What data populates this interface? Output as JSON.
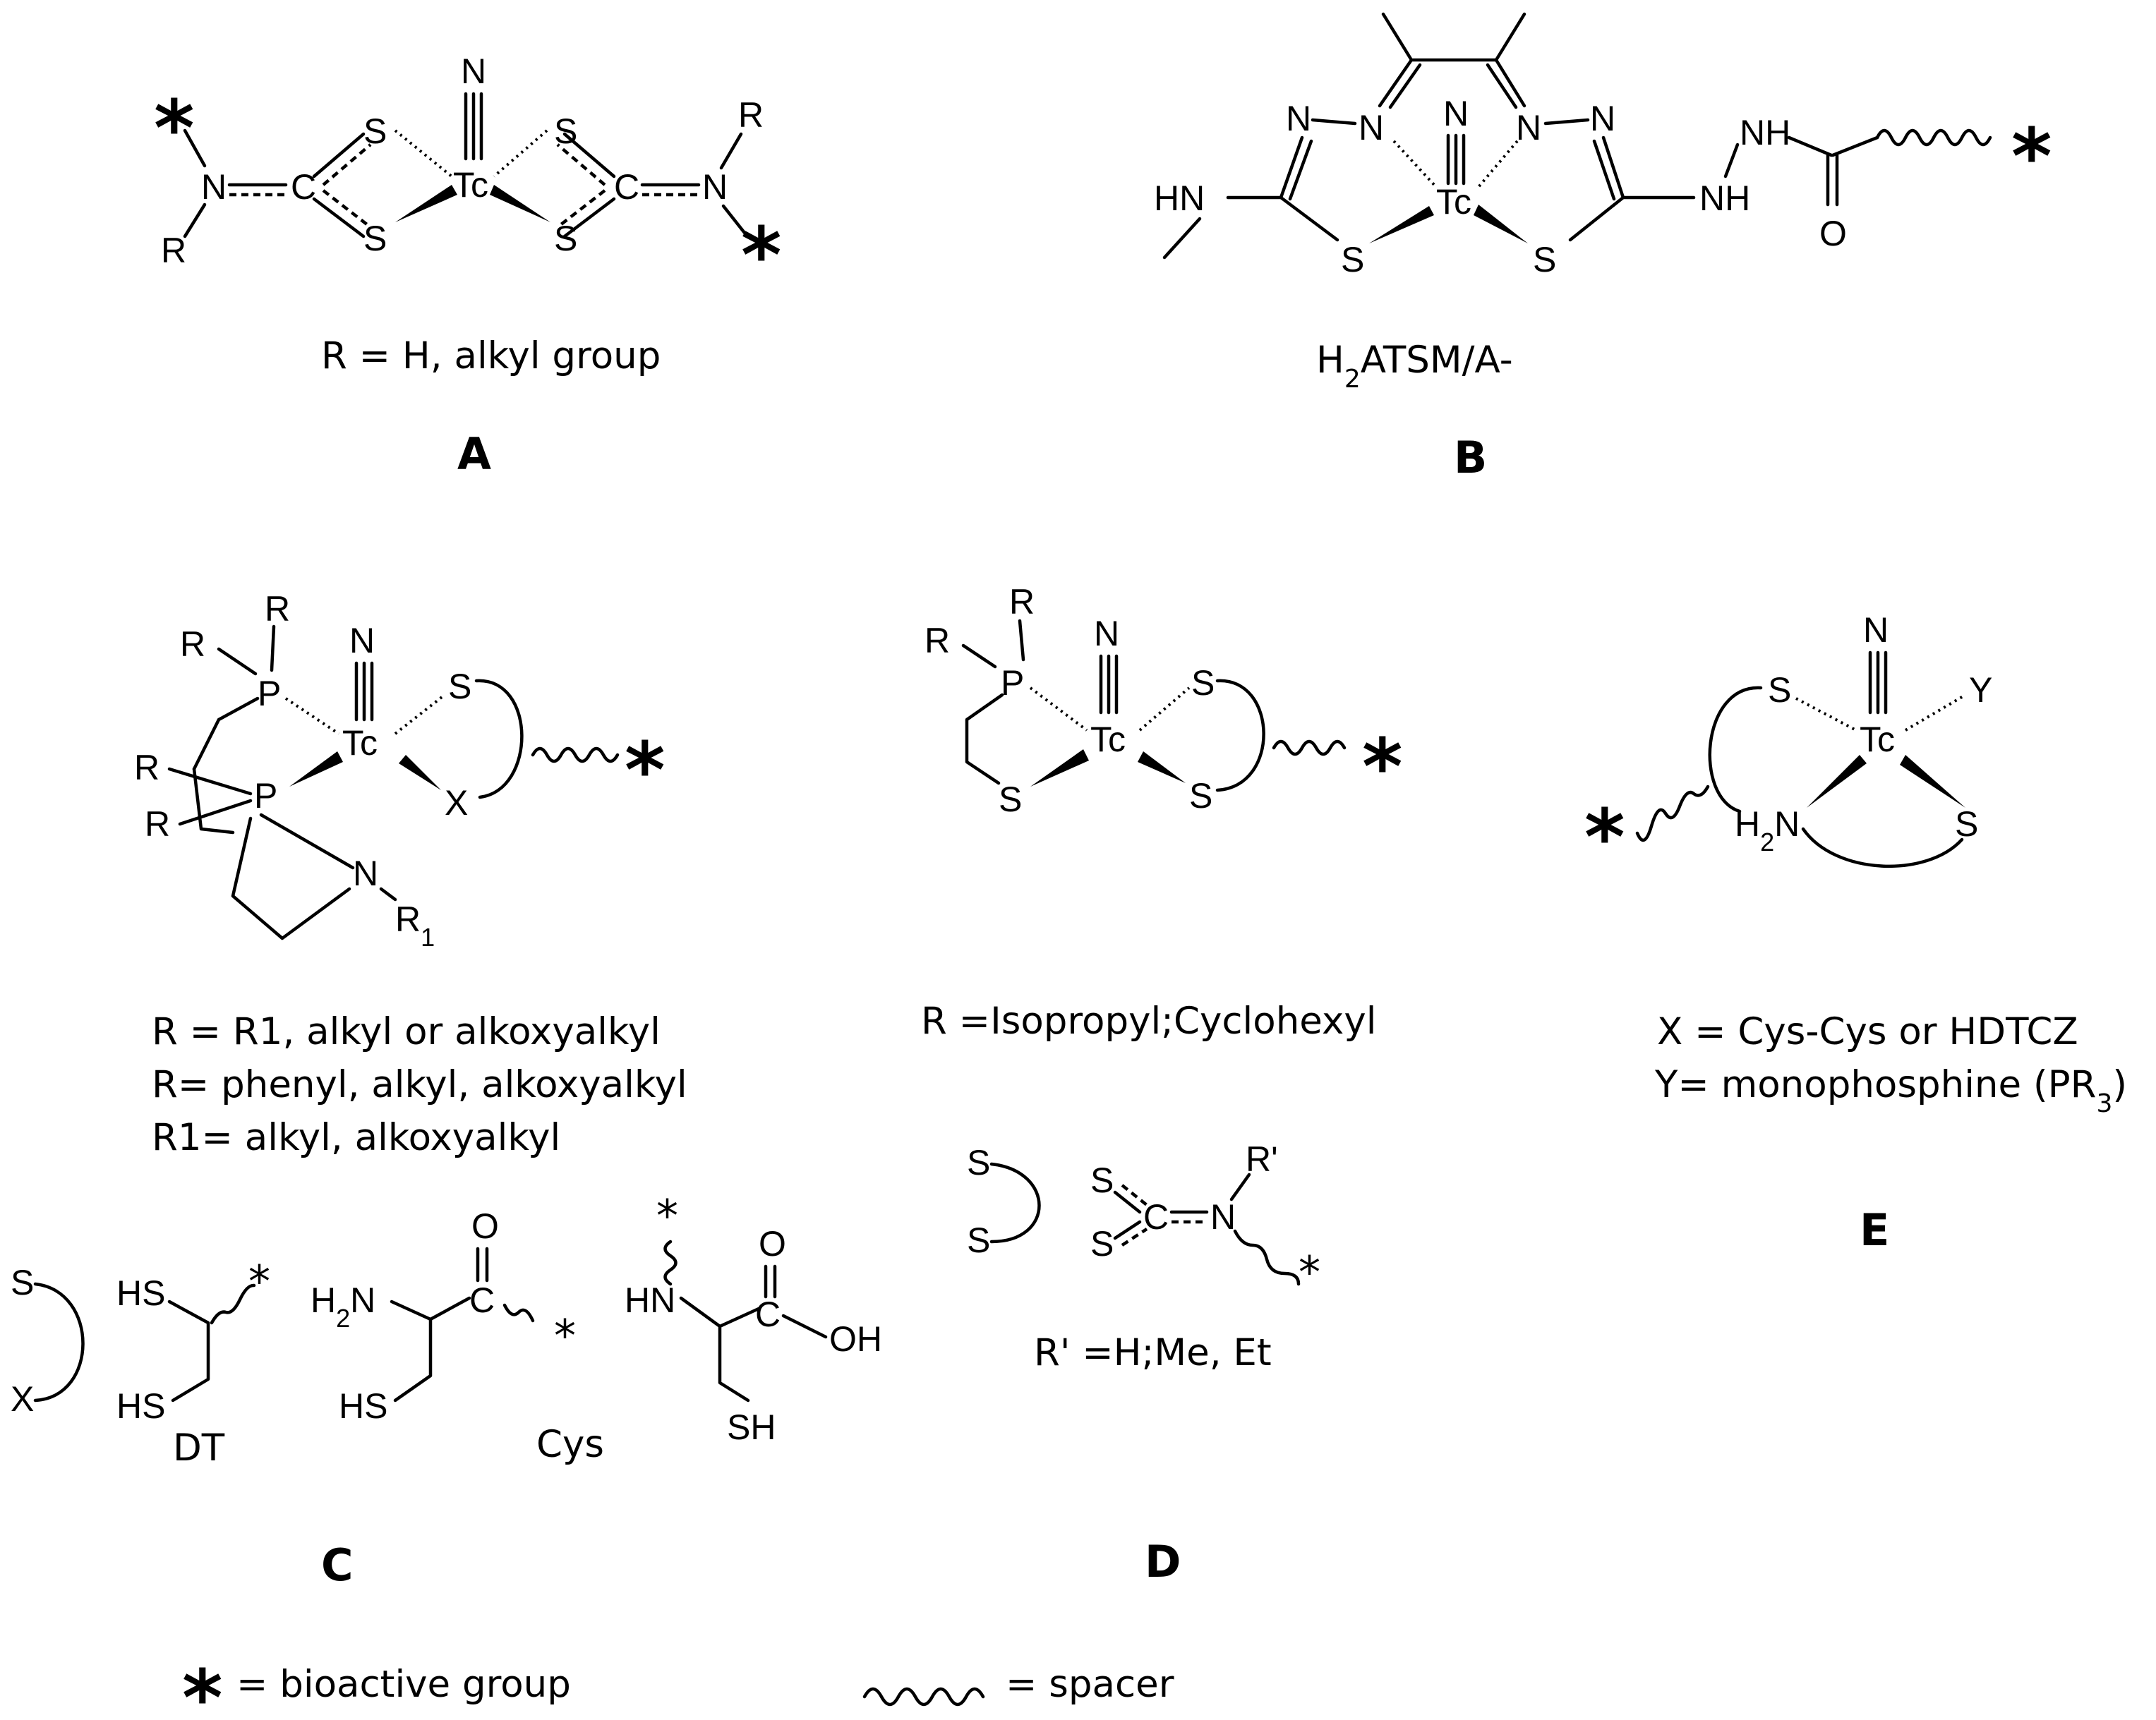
{
  "panels": {
    "A": {
      "label": "A",
      "caption": "R = H, alkyl group",
      "atoms": {
        "N_top": "N",
        "Tc": "Tc",
        "S": "S",
        "C": "C",
        "N": "N",
        "R": "R"
      }
    },
    "B": {
      "label": "B",
      "caption_main": "H",
      "caption_sub": "2",
      "caption_rest": "ATSM/A-",
      "atoms": {
        "N": "N",
        "Tc": "Tc",
        "S": "S",
        "HN": "HN",
        "NH": "NH",
        "O": "O"
      }
    },
    "C": {
      "label": "C",
      "caption_lines": [
        "R = R1, alkyl or alkoxyalkyl",
        "R= phenyl, alkyl, alkoxyalkyl",
        "R1= alkyl, alkoxyalkyl"
      ],
      "atoms": {
        "R": "R",
        "P": "P",
        "N": "N",
        "Tc": "Tc",
        "S": "S",
        "X": "X",
        "R1": "R",
        "R1_sub": "1"
      },
      "ligands": {
        "dt_label": "DT",
        "cys_label": "Cys",
        "HS": "HS",
        "H2N_H": "H",
        "H2N_sub": "2",
        "H2N_N": "N",
        "C": "C",
        "O": "O",
        "HN": "HN",
        "OH": "OH",
        "SH": "SH",
        "S": "S",
        "X": "X"
      }
    },
    "D": {
      "label": "D",
      "caption": "R =Isopropyl;Cyclohexyl",
      "caption2": "R' =H;Me, Et",
      "atoms": {
        "R": "R",
        "P": "P",
        "N": "N",
        "Tc": "Tc",
        "S": "S",
        "C": "C",
        "Rp": "R'"
      }
    },
    "E": {
      "label": "E",
      "caption_line1": "X = Cys-Cys or HDTCZ",
      "caption_line2_main": "Y= monophosphine (PR",
      "caption_line2_sub": "3",
      "caption_line2_end": ")",
      "atoms": {
        "N": "N",
        "Tc": "Tc",
        "S": "S",
        "Y": "Y",
        "H2N_H": "H",
        "H2N_sub": "2",
        "H2N_N": "N"
      }
    }
  },
  "legend": {
    "asterisk_symbol": "*",
    "bioactive_text": "= bioactive group",
    "spacer_text": "= spacer"
  }
}
